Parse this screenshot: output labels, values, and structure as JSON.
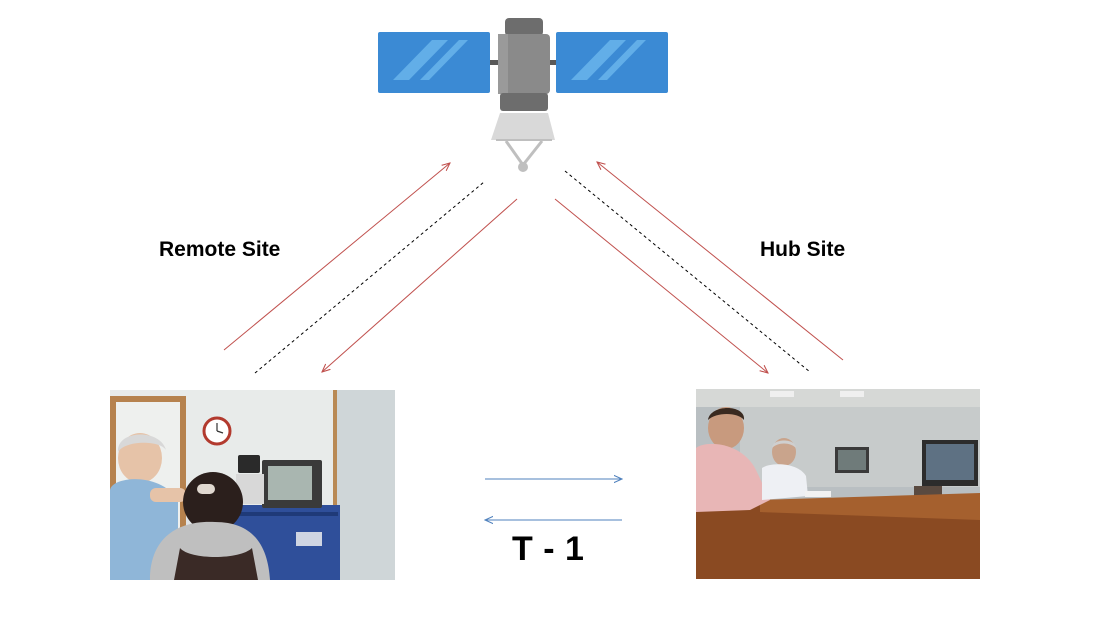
{
  "labels": {
    "remote_site": "Remote Site",
    "hub_site": "Hub Site",
    "link": "T - 1"
  },
  "icons": {
    "satellite": "satellite-icon",
    "remote_photo": "remote-site-photo",
    "hub_photo": "hub-site-photo"
  },
  "colors": {
    "uplink_downlink": "#c0504d",
    "signal_dashed": "#000000",
    "terrestrial_link": "#4f81bd",
    "solar_panel": "#3b8ad4",
    "satellite_body": "#7f7f7f"
  }
}
